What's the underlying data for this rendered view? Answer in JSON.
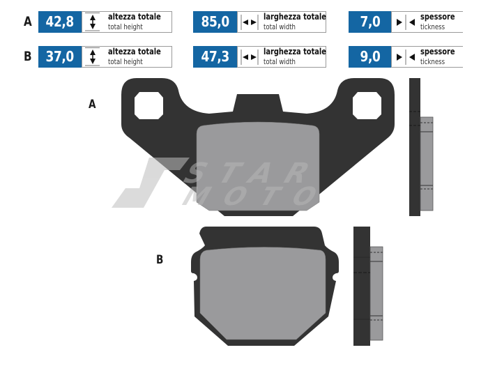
{
  "colors": {
    "value_box_bg": "#1466a3",
    "backing_plate": "#333333",
    "friction_material": "#9a9a9c",
    "watermark": "#c8c8c8"
  },
  "rows": [
    {
      "label": "A",
      "height": {
        "value": "42,8",
        "title": "altezza totale",
        "subtitle": "total height",
        "icon": "vertical-double-arrow-icon"
      },
      "width": {
        "value": "85,0",
        "title": "larghezza totale",
        "subtitle": "total width",
        "icon": "horizontal-double-arrow-icon"
      },
      "thickness": {
        "value": "7,0",
        "title": "spessore",
        "subtitle": "tickness",
        "icon": "converging-arrows-icon"
      }
    },
    {
      "label": "B",
      "height": {
        "value": "37,0",
        "title": "altezza totale",
        "subtitle": "total height",
        "icon": "vertical-double-arrow-icon"
      },
      "width": {
        "value": "47,3",
        "title": "larghezza totale",
        "subtitle": "total width",
        "icon": "horizontal-double-arrow-icon"
      },
      "thickness": {
        "value": "9,0",
        "title": "spessore",
        "subtitle": "tickness",
        "icon": "converging-arrows-icon"
      }
    }
  ],
  "diagrams": {
    "pad_a_label": "A",
    "pad_b_label": "B"
  },
  "watermark": {
    "line1": "STAR",
    "line2": "MOTO"
  }
}
